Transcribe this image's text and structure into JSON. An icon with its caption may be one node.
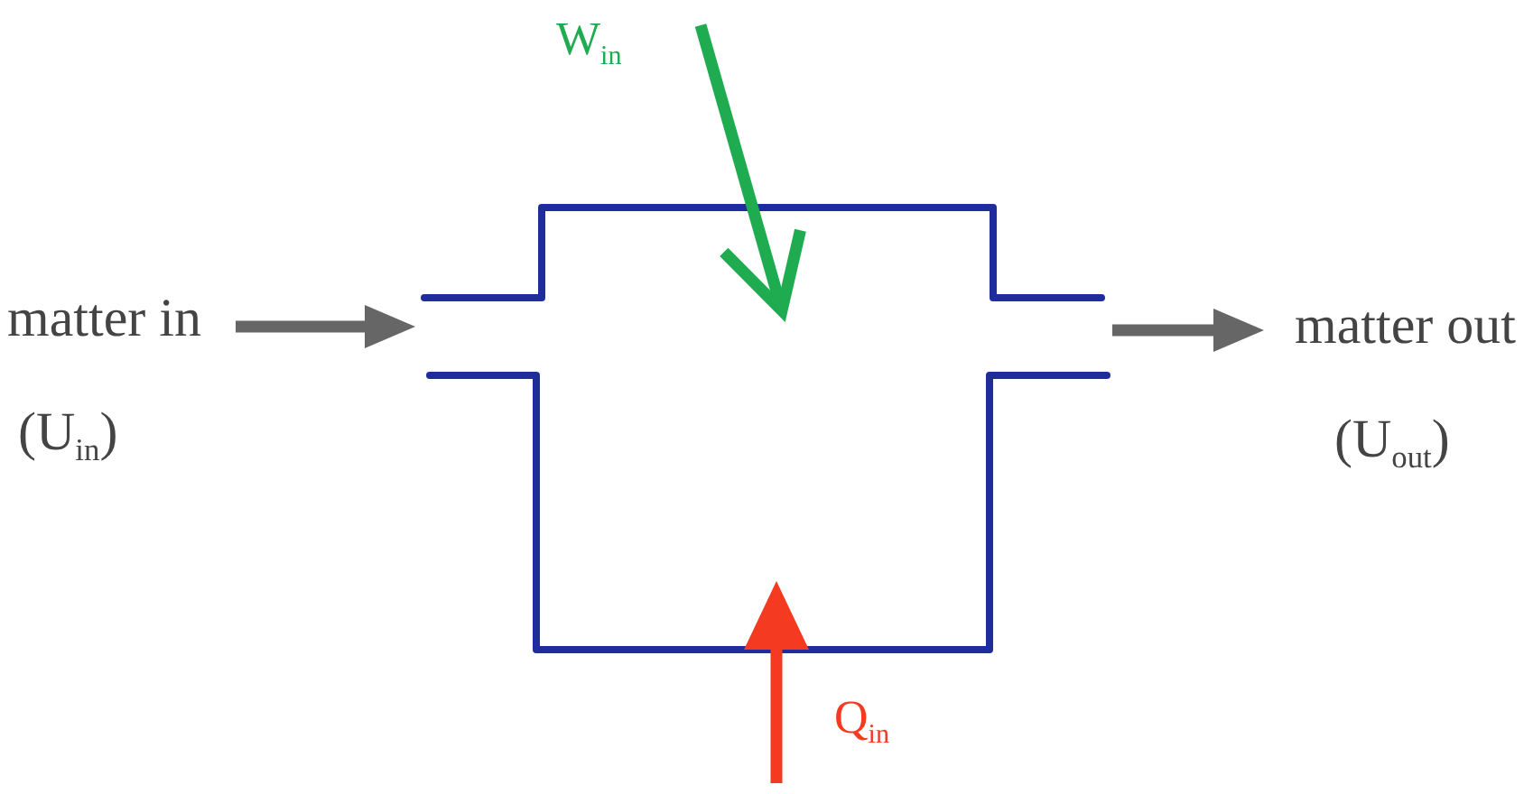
{
  "diagram": {
    "nodes": [
      {
        "text": [],
        "shape": "box"
      },
      {
        "text": [
          "matter in",
          "(U$_{in}$)"
        ]
      },
      {
        "text": [
          "matter out",
          "(U$_{out}$)"
        ]
      }
    ],
    "edges": [
      {
        "from": 1,
        "to": 0,
        "arrow": "to"
      },
      {
        "from": 0,
        "to": 2,
        "arrow": "to"
      },
      {
        "from": null,
        "to": 0,
        "arrow": "to",
        "label": "W$_{in}$",
        "color": "#1fab4f"
      },
      {
        "from": null,
        "to": 0,
        "arrow": "to",
        "label": "Q$_{in}$",
        "color": "#f43a20"
      }
    ]
  }
}
